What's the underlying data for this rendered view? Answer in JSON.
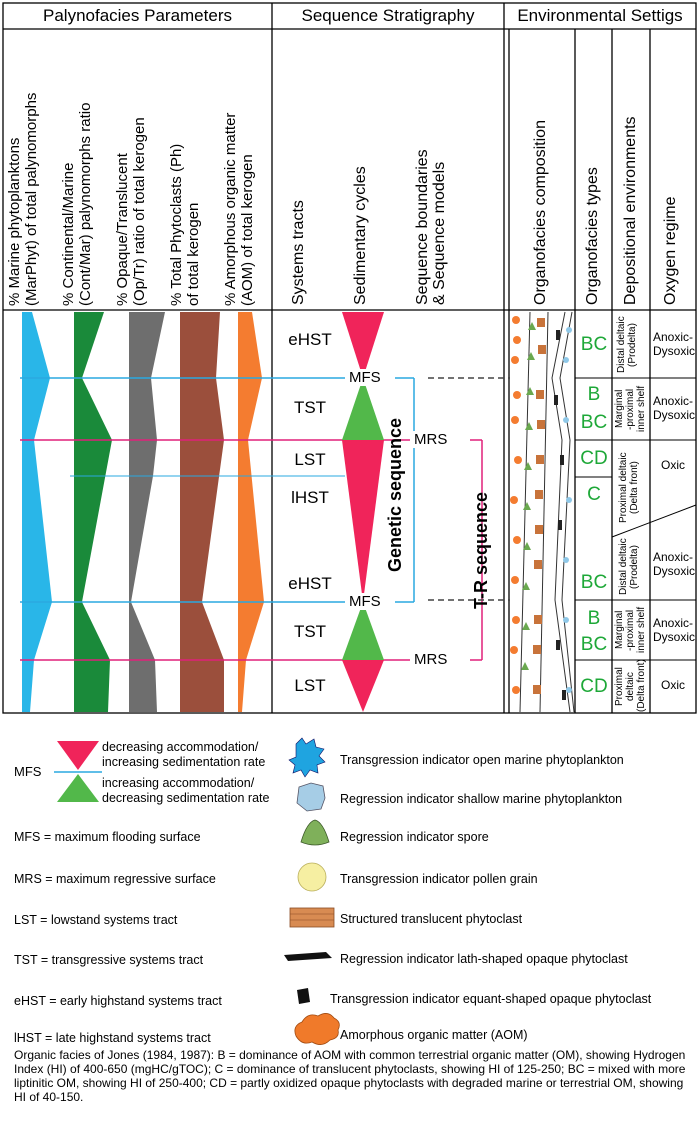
{
  "headers": {
    "palynofacies": "Palynofacies Parameters",
    "sequence": "Sequence Stratigraphy",
    "environment": "Environmental Settigs"
  },
  "column_titles": {
    "marphyt": "% Marine phytoplanktons\n(MarPhyt) of total palynomorphs",
    "contmar": "% Continental/Marine\n(Cont/Mar) palynomorphs ratio",
    "optr": "% Opaque/Translucent\n(Op/Tr) ratio of total kerogen",
    "ph": "% Total Phytoclasts (Ph)\nof total kerogen",
    "aom": "% Amorphous organic matter\n(AOM) of total kerogen",
    "systems_tracts": "Systems tracts",
    "cycles": "Sedimentary cycles",
    "boundaries": "Sequence boundaries\n& Sequence models",
    "composition": "Organofacies composition",
    "types": "Organofacies types",
    "depositional": "Depositional environments",
    "oxygen": "Oxygen regime"
  },
  "colors": {
    "marphyt": "#29b6e8",
    "contmar": "#1a8a3a",
    "optr": "#6e6e6e",
    "ph": "#9b4f3c",
    "aom": "#f47c30",
    "red": "#f0245a",
    "green": "#52b84a",
    "mfs_line": "#2aa8e0",
    "mrs_line": "#e0207a",
    "organo": "#1ea838"
  },
  "systems_tracts": [
    "eHST",
    "TST",
    "LST",
    "lHST",
    "eHST",
    "TST",
    "LST"
  ],
  "surfaces": {
    "mfs1": "MFS",
    "mrs1": "MRS",
    "mfs2": "MFS",
    "mrs2": "MRS"
  },
  "sequence_models": {
    "genetic": "Genetic sequence",
    "tr": "T-R sequence"
  },
  "organofacies_types": [
    "BC",
    "B",
    "BC",
    "CD",
    "C",
    "BC",
    "B",
    "BC",
    "CD"
  ],
  "depositional_envs": [
    "Distal deltaic\n(Prodelta)",
    "Marginal\n-proximal\ninner shelf",
    "Proximal deltaic\n(Delta front)",
    "Distal deltaic\n(Prodelta)",
    "Marginal\n-proximal\ninner shelf",
    "Proximal\ndeltaic\n(Delta front)"
  ],
  "oxygen_regimes": [
    "Anoxic-\nDysoxic",
    "Anoxic-\nDysoxic",
    "Oxic",
    "Anoxic-\nDysoxic",
    "Anoxic-\nDysoxic",
    "Oxic"
  ],
  "legend": {
    "mfs_label": "MFS",
    "red_text": "decreasing accommodation/\nincreasing sedimentation rate",
    "green_text": "increasing accommodation/\ndecreasing sedimentation rate",
    "abbreviations": [
      "MFS = maximum flooding surface",
      "MRS = maximum regressive surface",
      "LST = lowstand systems tract",
      "TST = transgressive systems tract",
      "eHST = early highstand systems tract",
      "lHST = late highstand systems tract"
    ],
    "symbols": [
      "Transgression indicator open marine phytoplankton",
      "Regression indicator shallow marine phytoplankton",
      "Regression indicator spore",
      "Transgression indicator pollen grain",
      "Structured translucent phytoclast",
      "Regression indicator lath-shaped opaque phytoclast",
      "Transgression indicator equant-shaped opaque phytoclast",
      "Amorphous organic matter (AOM)"
    ]
  },
  "footnote": "Organic facies of Jones (1984, 1987): B = dominance of AOM with common terrestrial organic matter (OM), showing Hydrogen Index (HI) of 400-650 (mgHC/gTOC); C = dominance of  translucent phytoclasts, showing HI of 125-250; BC = mixed with more liptinitic OM, showing HI of 250-400; CD = partly oxidized opaque phytoclasts with degraded marine or terrestrial OM, showing HI of 40-150."
}
